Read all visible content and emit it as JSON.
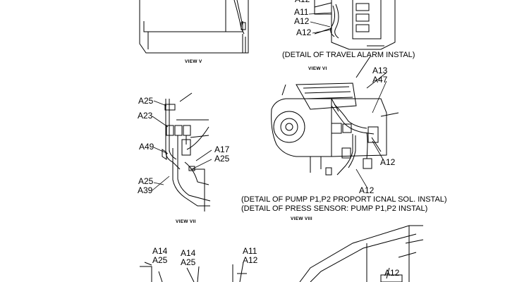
{
  "views": {
    "v": "VIEW V",
    "vi": "VIEW VI",
    "vii": "VIEW VII",
    "viii": "VIEW VIII"
  },
  "captions": {
    "travel_alarm": "(DETAIL OF TRAVEL ALARM INSTAL)",
    "pump_sol": "(DETAIL OF PUMP P1,P2 PROPORT ICNAL SOL. INSTAL)",
    "press_sensor": "(DETAIL OF PRESS SENSOR: PUMP P1,P2  INSTAL)"
  },
  "labels": {
    "a11": "A11",
    "a12": "A12",
    "a13": "A13",
    "a14": "A14",
    "a17": "A17",
    "a23": "A23",
    "a25": "A25",
    "a39": "A39",
    "a47": "A47",
    "a49": "A49"
  }
}
